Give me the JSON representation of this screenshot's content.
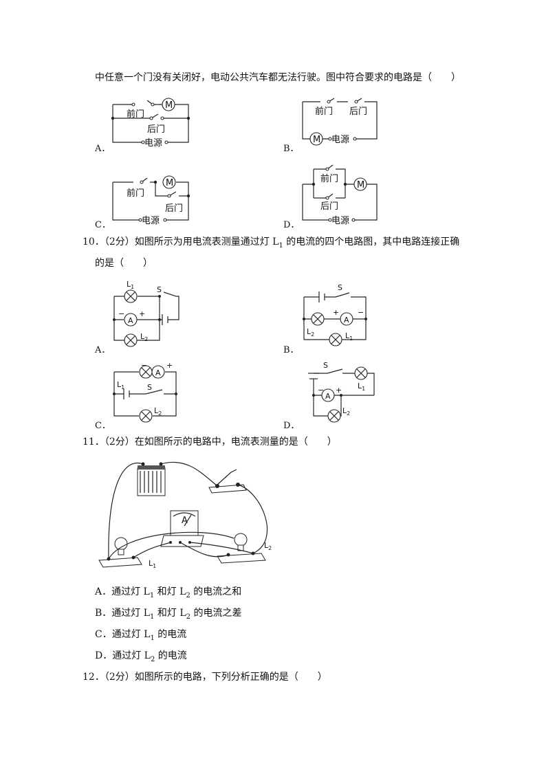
{
  "q9": {
    "tail": "中任意一个门没有关闭好，电动公共汽车都无法行驶。图中符合要求的电路是（　　）",
    "options": [
      "A．",
      "B．",
      "C．",
      "D．"
    ],
    "front_door": "前门",
    "back_door": "后门",
    "power": "电源",
    "motor": "M"
  },
  "q10": {
    "line1": "10．（2分）如图所示为用电流表测量通过灯 L",
    "line1_sub": "1",
    "line1_tail": " 的电流的四个电路图，其中电路连接正确",
    "line2": "的是（　　）",
    "options": [
      "A．",
      "B．",
      "C．",
      "D．"
    ],
    "L": "L",
    "s1": "1",
    "s2": "2",
    "S": "S",
    "A": "A",
    "plus": "+",
    "minus": "−"
  },
  "q11": {
    "stem": "11．（2分）在如图所示的电路中，电流表测量的是（　　）",
    "L1": "L",
    "L2": "L",
    "A": "A",
    "opts": [
      {
        "pre": "A．通过灯 L",
        "s1": "1",
        "mid": " 和灯 L",
        "s2": "2",
        "end": " 的电流之和"
      },
      {
        "pre": "B．通过灯 L",
        "s1": "1",
        "mid": " 和灯 L",
        "s2": "2",
        "end": " 的电流之差"
      },
      {
        "pre": "C．通过灯 L",
        "s1": "1",
        "end": " 的电流"
      },
      {
        "pre": "D．通过灯 L",
        "s1": "2",
        "end": " 的电流"
      }
    ]
  },
  "q12": {
    "stem": "12．（2分）如图所示的电路，下列分析正确的是（　　）"
  }
}
